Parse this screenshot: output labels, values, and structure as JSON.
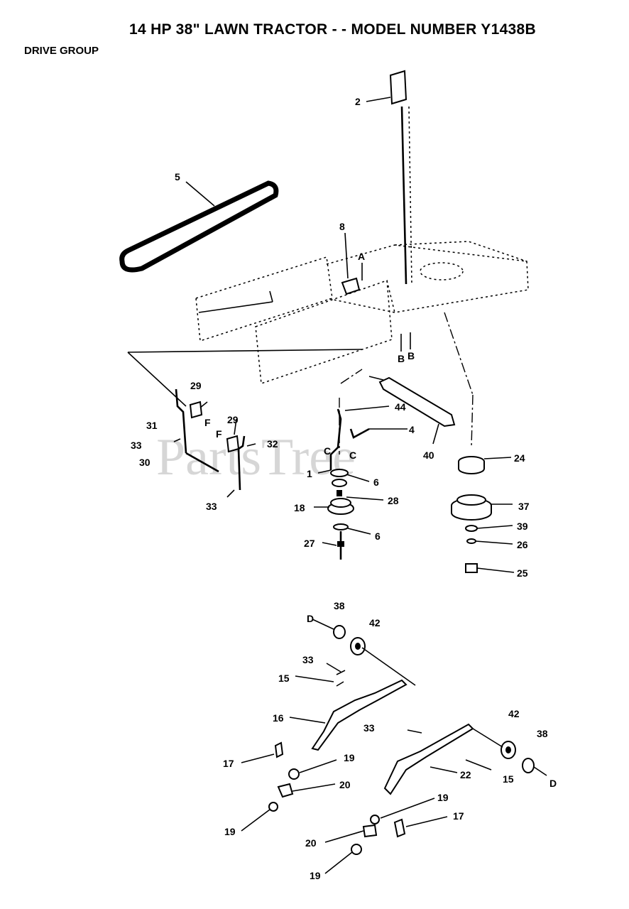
{
  "header": {
    "title": "14 HP 38\" LAWN TRACTOR - - MODEL NUMBER Y1438B",
    "subtitle": "DRIVE GROUP"
  },
  "watermark": "PartsTree",
  "callouts": {
    "c2": "2",
    "c5": "5",
    "c8": "8",
    "cA": "A",
    "cB1": "B",
    "cB2": "B",
    "c29a": "29",
    "cFa": "F",
    "c31": "31",
    "c33a": "33",
    "c30": "30",
    "c29b": "29",
    "cFb": "F",
    "c32": "32",
    "c33b": "33",
    "c44": "44",
    "c4": "4",
    "cC1": "C",
    "cC2": "C",
    "c40": "40",
    "c24": "24",
    "c1": "1",
    "c6a": "6",
    "c28": "28",
    "c18": "18",
    "c6b": "6",
    "c27": "27",
    "c37": "37",
    "c39": "39",
    "c26": "26",
    "c25": "25",
    "cD1": "D",
    "c38a": "38",
    "c42a": "42",
    "c33c": "33",
    "c15a": "15",
    "c16": "16",
    "c33d": "33",
    "c42b": "42",
    "c38b": "38",
    "c22": "22",
    "c15b": "15",
    "cD2": "D",
    "c17a": "17",
    "c19a": "19",
    "c20a": "20",
    "c19b": "19",
    "c19c": "19",
    "c17b": "17",
    "c20b": "20",
    "c19d": "19"
  }
}
